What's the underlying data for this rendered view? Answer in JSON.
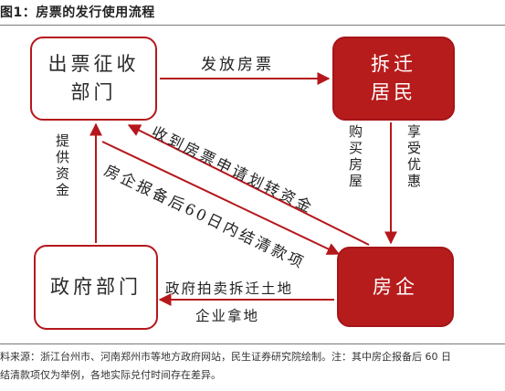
{
  "figure": {
    "title": "图1：房票的发行使用流程"
  },
  "nodes": {
    "issuer": {
      "line1": "出票征收",
      "line2": "部门"
    },
    "resident": {
      "line1": "拆迁",
      "line2": "居民"
    },
    "govt": {
      "line1": "政府部门"
    },
    "developer": {
      "line1": "房企"
    }
  },
  "edges": {
    "issue_to_resident": "发放房票",
    "resident_buy": "购买房屋",
    "resident_benefit": "享受优惠",
    "developer_collect": "收到房票申请划转资金",
    "developer_settle": "房企报备后60日内结清款项",
    "govt_fund": "提供资金",
    "govt_auction": "政府拍卖拆迁土地",
    "developer_land": "企业拿地"
  },
  "colors": {
    "accent": "#b71c1c",
    "arrow": "#b5171c"
  },
  "note": {
    "line1": "料来源：浙江台州市、河南郑州市等地方政府网站，民生证券研究院绘制。注：其中房企报备后 60 日",
    "line2": "结清款项仅为举例，各地实际兑付时间存在差异。"
  }
}
